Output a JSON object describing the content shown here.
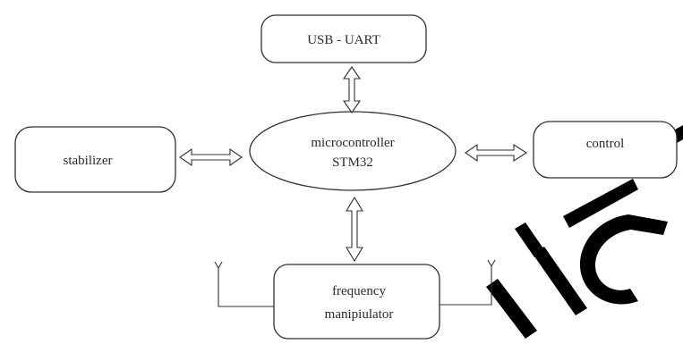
{
  "diagram": {
    "nodes": {
      "usb_uart": "USB - UART",
      "mcu_line1": "microcontroller",
      "mcu_line2": "STM32",
      "stabilizer": "stabilizer",
      "control": "control",
      "freq_line1": "frequency",
      "freq_line2": "manipiulator"
    },
    "links": [
      [
        "usb_uart",
        "microcontroller"
      ],
      [
        "stabilizer",
        "microcontroller"
      ],
      [
        "microcontroller",
        "control"
      ],
      [
        "microcontroller",
        "frequency manipiulator"
      ]
    ]
  },
  "watermark": "й ка",
  "colors": {
    "line": "#303030",
    "text": "#2a2a2a",
    "watermark": "#000000"
  }
}
